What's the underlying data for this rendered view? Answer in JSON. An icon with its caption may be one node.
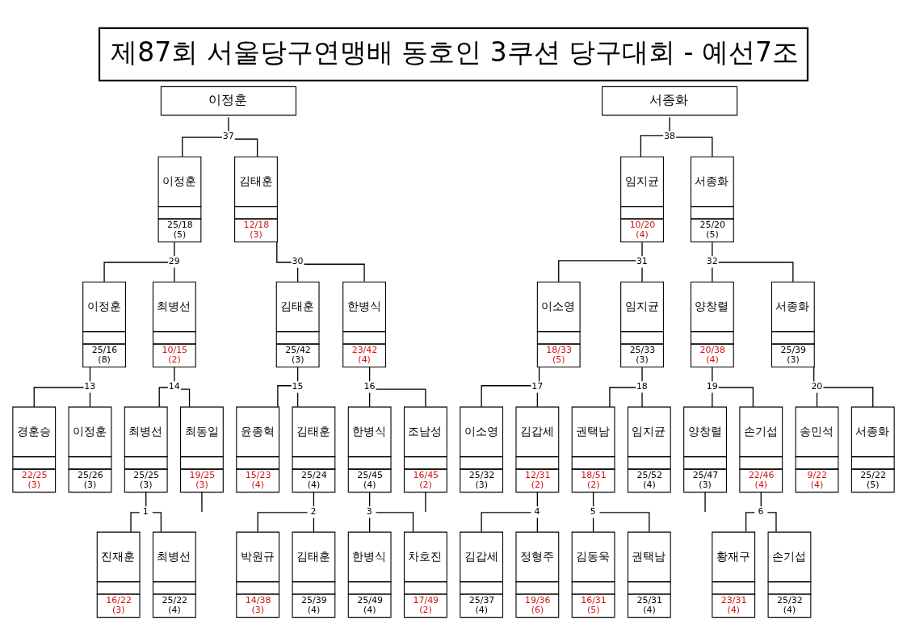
{
  "diagram": {
    "title": "제87회 서울당구연맹배 동호인 3쿠션 당구대회 - 예선7조",
    "nodes": [
      {
        "text": [
          "이정훈"
        ]
      },
      {
        "text": [
          "서종화"
        ]
      },
      {
        "text": [
          "37"
        ]
      },
      {
        "text": [
          "38"
        ]
      },
      {
        "text": [
          "이정훈",
          "25/18 (5)"
        ]
      },
      {
        "text": [
          "김태훈",
          "12/18 (3)"
        ]
      },
      {
        "text": [
          "임지균",
          "10/20 (4)"
        ]
      },
      {
        "text": [
          "서종화",
          "25/20 (5)"
        ]
      },
      {
        "text": [
          "29"
        ]
      },
      {
        "text": [
          "30"
        ]
      },
      {
        "text": [
          "31"
        ]
      },
      {
        "text": [
          "32"
        ]
      },
      {
        "text": [
          "이정훈",
          "25/16 (8)"
        ]
      },
      {
        "text": [
          "최병선",
          "10/15 (2)"
        ]
      },
      {
        "text": [
          "김태훈",
          "25/42 (3)"
        ]
      },
      {
        "text": [
          "한병식",
          "23/42 (4)"
        ]
      },
      {
        "text": [
          "이소영",
          "18/33 (5)"
        ]
      },
      {
        "text": [
          "임지균",
          "25/33 (3)"
        ]
      },
      {
        "text": [
          "양창렬",
          "20/38 (4)"
        ]
      },
      {
        "text": [
          "서종화",
          "25/39 (3)"
        ]
      },
      {
        "text": [
          "13"
        ]
      },
      {
        "text": [
          "14"
        ]
      },
      {
        "text": [
          "15"
        ]
      },
      {
        "text": [
          "16"
        ]
      },
      {
        "text": [
          "17"
        ]
      },
      {
        "text": [
          "18"
        ]
      },
      {
        "text": [
          "19"
        ]
      },
      {
        "text": [
          "20"
        ]
      },
      {
        "text": [
          "경훈승",
          "22/25 (3)"
        ]
      },
      {
        "text": [
          "이정훈",
          "25/26 (3)"
        ]
      },
      {
        "text": [
          "최병선",
          "25/25 (3)"
        ]
      },
      {
        "text": [
          "최동일",
          "19/25 (3)"
        ]
      },
      {
        "text": [
          "윤종혁",
          "15/23 (4)"
        ]
      },
      {
        "text": [
          "김태훈",
          "25/24 (4)"
        ]
      },
      {
        "text": [
          "한병식",
          "25/45 (4)"
        ]
      },
      {
        "text": [
          "조남성",
          "16/45 (2)"
        ]
      },
      {
        "text": [
          "이소영",
          "25/32 (3)"
        ]
      },
      {
        "text": [
          "김갑세",
          "12/31 (2)"
        ]
      },
      {
        "text": [
          "권택남",
          "18/51 (2)"
        ]
      },
      {
        "text": [
          "임지균",
          "25/52 (4)"
        ]
      },
      {
        "text": [
          "양창렬",
          "25/47 (3)"
        ]
      },
      {
        "text": [
          "손기섭",
          "22/46 (4)"
        ]
      },
      {
        "text": [
          "송민석",
          "9/22 (4)"
        ]
      },
      {
        "text": [
          "서종화",
          "25/22 (5)"
        ]
      },
      {
        "text": [
          "1"
        ]
      },
      {
        "text": [
          "2"
        ]
      },
      {
        "text": [
          "3"
        ]
      },
      {
        "text": [
          "4"
        ]
      },
      {
        "text": [
          "5"
        ]
      },
      {
        "text": [
          "6"
        ]
      },
      {
        "text": [
          "진재훈",
          "16/22 (3)"
        ]
      },
      {
        "text": [
          "최병선",
          "25/22 (4)"
        ]
      },
      {
        "text": [
          "박원규",
          "14/38 (3)"
        ]
      },
      {
        "text": [
          "김태훈",
          "25/39 (4)"
        ]
      },
      {
        "text": [
          "한병식",
          "25/49 (4)"
        ]
      },
      {
        "text": [
          "차호진",
          "17/49 (2)"
        ]
      },
      {
        "text": [
          "김갑세",
          "25/37 (4)"
        ]
      },
      {
        "text": [
          "정형주",
          "19/36 (6)"
        ]
      },
      {
        "text": [
          "김동욱",
          "16/31 (5)"
        ]
      },
      {
        "text": [
          "권택남",
          "25/31 (4)"
        ]
      },
      {
        "text": [
          "황재구",
          "23/31 (4)"
        ]
      },
      {
        "text": [
          "손기섭",
          "25/32 (4)"
        ]
      }
    ],
    "edges": [
      {
        "from": 0,
        "to": 2,
        "arrow": "none"
      },
      {
        "from": 2,
        "to": 4,
        "arrow": "none"
      },
      {
        "from": 2,
        "to": 5,
        "arrow": "none"
      },
      {
        "from": 1,
        "to": 3,
        "arrow": "none"
      },
      {
        "from": 3,
        "to": 6,
        "arrow": "none"
      },
      {
        "from": 3,
        "to": 7,
        "arrow": "none"
      },
      {
        "from": 4,
        "to": 8,
        "arrow": "none"
      },
      {
        "from": 8,
        "to": 12,
        "arrow": "none"
      },
      {
        "from": 8,
        "to": 13,
        "arrow": "none"
      },
      {
        "from": 5,
        "to": 9,
        "arrow": "none"
      },
      {
        "from": 9,
        "to": 14,
        "arrow": "none"
      },
      {
        "from": 9,
        "to": 15,
        "arrow": "none"
      },
      {
        "from": 6,
        "to": 10,
        "arrow": "none"
      },
      {
        "from": 10,
        "to": 16,
        "arrow": "none"
      },
      {
        "from": 10,
        "to": 17,
        "arrow": "none"
      },
      {
        "from": 7,
        "to": 11,
        "arrow": "none"
      },
      {
        "from": 11,
        "to": 18,
        "arrow": "none"
      },
      {
        "from": 11,
        "to": 19,
        "arrow": "none"
      },
      {
        "from": 12,
        "to": 20,
        "arrow": "none"
      },
      {
        "from": 20,
        "to": 28,
        "arrow": "none"
      },
      {
        "from": 20,
        "to": 29,
        "arrow": "none"
      },
      {
        "from": 13,
        "to": 21,
        "arrow": "none"
      },
      {
        "from": 21,
        "to": 30,
        "arrow": "none"
      },
      {
        "from": 21,
        "to": 31,
        "arrow": "none"
      },
      {
        "from": 14,
        "to": 22,
        "arrow": "none"
      },
      {
        "from": 22,
        "to": 32,
        "arrow": "none"
      },
      {
        "from": 22,
        "to": 33,
        "arrow": "none"
      },
      {
        "from": 15,
        "to": 23,
        "arrow": "none"
      },
      {
        "from": 23,
        "to": 34,
        "arrow": "none"
      },
      {
        "from": 23,
        "to": 35,
        "arrow": "none"
      },
      {
        "from": 16,
        "to": 24,
        "arrow": "none"
      },
      {
        "from": 24,
        "to": 36,
        "arrow": "none"
      },
      {
        "from": 24,
        "to": 37,
        "arrow": "none"
      },
      {
        "from": 17,
        "to": 25,
        "arrow": "none"
      },
      {
        "from": 25,
        "to": 38,
        "arrow": "none"
      },
      {
        "from": 25,
        "to": 39,
        "arrow": "none"
      },
      {
        "from": 18,
        "to": 26,
        "arrow": "none"
      },
      {
        "from": 26,
        "to": 40,
        "arrow": "none"
      },
      {
        "from": 26,
        "to": 41,
        "arrow": "none"
      },
      {
        "from": 19,
        "to": 27,
        "arrow": "none"
      },
      {
        "from": 27,
        "to": 42,
        "arrow": "none"
      },
      {
        "from": 27,
        "to": 43,
        "arrow": "none"
      },
      {
        "from": 30,
        "to": 44,
        "arrow": "none"
      },
      {
        "from": 44,
        "to": 50,
        "arrow": "none"
      },
      {
        "from": 44,
        "to": 51,
        "arrow": "none"
      },
      {
        "from": 31,
        "to": null,
        "arrow": "none"
      },
      {
        "from": 33,
        "to": 45,
        "arrow": "none"
      },
      {
        "from": 45,
        "to": 52,
        "arrow": "none"
      },
      {
        "from": 45,
        "to": 53,
        "arrow": "none"
      },
      {
        "from": 34,
        "to": 46,
        "arrow": "none"
      },
      {
        "from": 46,
        "to": 54,
        "arrow": "none"
      },
      {
        "from": 46,
        "to": 55,
        "arrow": "none"
      },
      {
        "from": 35,
        "to": null,
        "arrow": "none"
      },
      {
        "from": 37,
        "to": 47,
        "arrow": "none"
      },
      {
        "from": 47,
        "to": 56,
        "arrow": "none"
      },
      {
        "from": 47,
        "to": 57,
        "arrow": "none"
      },
      {
        "from": 38,
        "to": 48,
        "arrow": "none"
      },
      {
        "from": 48,
        "to": 58,
        "arrow": "none"
      },
      {
        "from": 48,
        "to": 59,
        "arrow": "none"
      },
      {
        "from": 40,
        "to": null,
        "arrow": "none"
      },
      {
        "from": 41,
        "to": 49,
        "arrow": "none"
      },
      {
        "from": 49,
        "to": 60,
        "arrow": "none"
      },
      {
        "from": 49,
        "to": 61,
        "arrow": "none"
      }
    ]
  }
}
